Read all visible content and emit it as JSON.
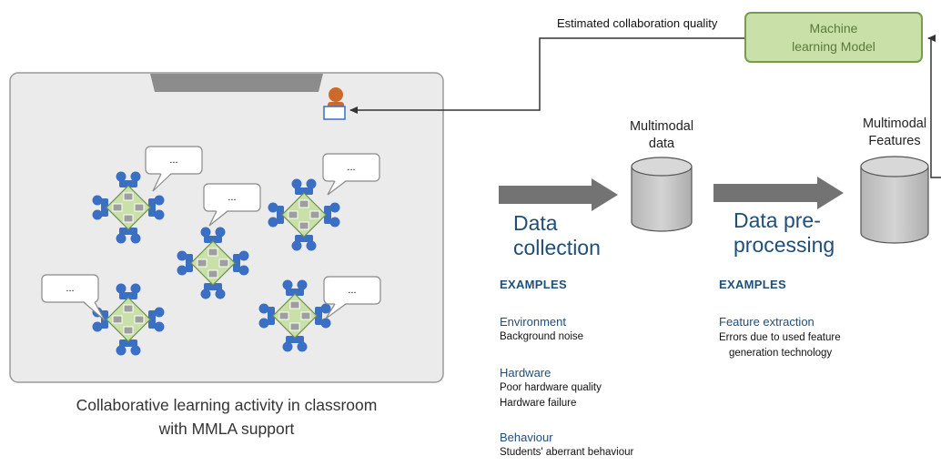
{
  "top_arrow_label": "Estimated collaboration quality",
  "model": {
    "line1": "Machine",
    "line2": "learning Model"
  },
  "stores": [
    {
      "line1": "Multimodal",
      "line2": "data"
    },
    {
      "line1": "Multimodal",
      "line2": "Features"
    }
  ],
  "stages": [
    {
      "line1": "Data",
      "line2": "collection"
    },
    {
      "line1": "Data pre-",
      "line2": "processing"
    }
  ],
  "collection_examples": {
    "heading": "EXAMPLES",
    "groups": [
      {
        "category": "Environment",
        "items": [
          "Background noise"
        ]
      },
      {
        "category": "Hardware",
        "items": [
          "Poor hardware quality",
          "Hardware failure"
        ]
      },
      {
        "category": "Behaviour",
        "items": [
          "Students' aberrant behaviour"
        ]
      }
    ]
  },
  "preprocessing_examples": {
    "heading": "EXAMPLES",
    "groups": [
      {
        "category": "Feature extraction",
        "items": [
          "Errors due to used feature",
          "generation technology"
        ]
      }
    ]
  },
  "classroom_caption": {
    "line1": "Collaborative learning activity in classroom",
    "line2": "with MMLA support"
  },
  "speech_bubble_text": "...",
  "colors": {
    "table_fill": "#c9e0a8",
    "student": "#3a6fc4",
    "model_fill": "#c9e0a8",
    "cylinder_fill": "#c4c4c4",
    "arrow_fill": "#707070",
    "heading_blue": "#1f4e79"
  }
}
